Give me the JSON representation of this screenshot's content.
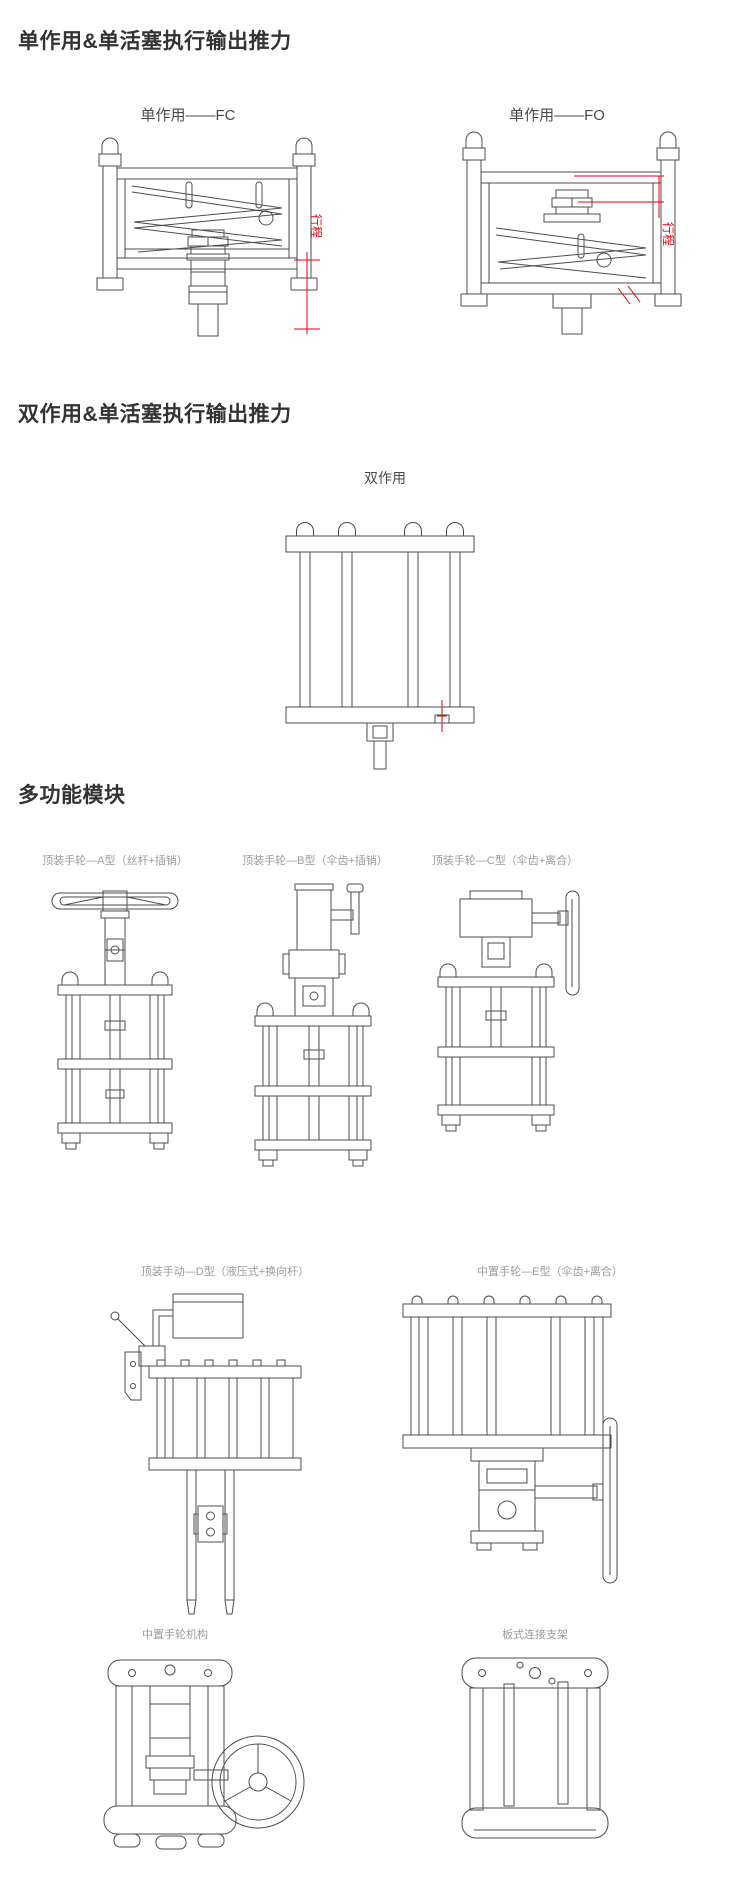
{
  "colors": {
    "accent_red": "#e60012",
    "line": "#4d4d4d",
    "heading": "#333333",
    "caption": "#9b9b9b",
    "background": "#ffffff"
  },
  "section_single": {
    "heading": "单作用&单活塞执行输出推力",
    "fig_fc": {
      "label": "单作用——FC",
      "stroke_label": "行程"
    },
    "fig_fo": {
      "label": "单作用——FO",
      "stroke_label": "行程"
    }
  },
  "section_double": {
    "heading": "双作用&单活塞执行输出推力",
    "fig_da": {
      "label": "双作用"
    }
  },
  "section_modules": {
    "heading": "多功能模块",
    "captions": {
      "a": "顶装手轮—A型（丝杆+插销）",
      "b": "顶装手轮—B型（伞齿+插销）",
      "c": "顶装手轮—C型（伞齿+离合）",
      "d": "顶装手动—D型（液压式+换向杆）",
      "e": "中置手轮—E型（伞齿+离合）",
      "f": "中置手轮机构",
      "g": "板式连接支架"
    }
  }
}
